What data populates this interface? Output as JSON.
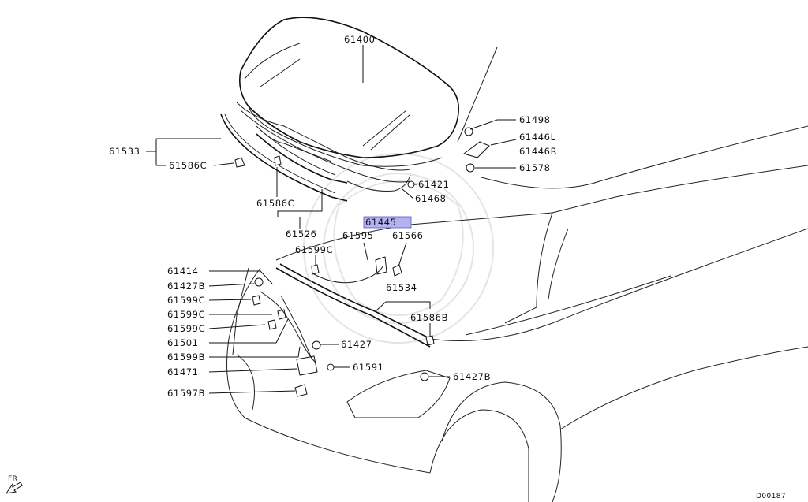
{
  "highlight_color": "#b3b3f0",
  "highlighted_part": "61445",
  "labels": [
    {
      "id": "61400",
      "text": "61400"
    },
    {
      "id": "61498",
      "text": "61498"
    },
    {
      "id": "61446L",
      "text": "61446L"
    },
    {
      "id": "61446R",
      "text": "61446R"
    },
    {
      "id": "61578",
      "text": "61578"
    },
    {
      "id": "61533",
      "text": "61533"
    },
    {
      "id": "61586C_a",
      "text": "61586C"
    },
    {
      "id": "61421",
      "text": "61421"
    },
    {
      "id": "61468",
      "text": "61468"
    },
    {
      "id": "61586C_b",
      "text": "61586C"
    },
    {
      "id": "61526",
      "text": "61526"
    },
    {
      "id": "61445",
      "text": "61445"
    },
    {
      "id": "61595",
      "text": "61595"
    },
    {
      "id": "61566",
      "text": "61566"
    },
    {
      "id": "61599C_a",
      "text": "61599C"
    },
    {
      "id": "61414",
      "text": "61414"
    },
    {
      "id": "61427B_a",
      "text": "61427B"
    },
    {
      "id": "61534",
      "text": "61534"
    },
    {
      "id": "61599C_b",
      "text": "61599C"
    },
    {
      "id": "61599C_c",
      "text": "61599C"
    },
    {
      "id": "61599C_d",
      "text": "61599C"
    },
    {
      "id": "61586B",
      "text": "61586B"
    },
    {
      "id": "61501",
      "text": "61501"
    },
    {
      "id": "61427",
      "text": "61427"
    },
    {
      "id": "61599B",
      "text": "61599B"
    },
    {
      "id": "61471",
      "text": "61471"
    },
    {
      "id": "61591",
      "text": "61591"
    },
    {
      "id": "61427B_b",
      "text": "61427B"
    },
    {
      "id": "61597B",
      "text": "61597B"
    }
  ],
  "direction_marker": "FR",
  "diagram_code": "D00187"
}
